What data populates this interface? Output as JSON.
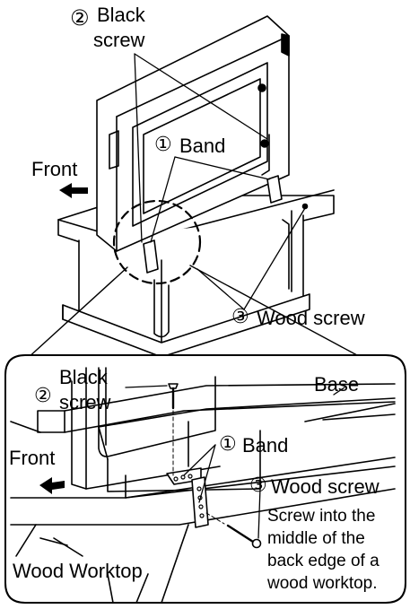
{
  "top": {
    "num_2": "②",
    "black_screw_line1": "Black",
    "black_screw_line2": "screw",
    "num_1": "①",
    "band": "Band",
    "front": "Front",
    "num_3": "③",
    "wood_screw": "Wood screw"
  },
  "detail": {
    "num_2": "②",
    "black_screw_line1": "Black",
    "black_screw_line2": "screw",
    "base": "Base",
    "front": "Front",
    "num_1": "①",
    "band": "Band",
    "num_3": "③",
    "wood_screw": "Wood screw",
    "note_line1": "Screw into the",
    "note_line2": "middle of the",
    "note_line3": "back edge of a",
    "note_line4": "wood worktop.",
    "worktop": "Wood Worktop"
  }
}
